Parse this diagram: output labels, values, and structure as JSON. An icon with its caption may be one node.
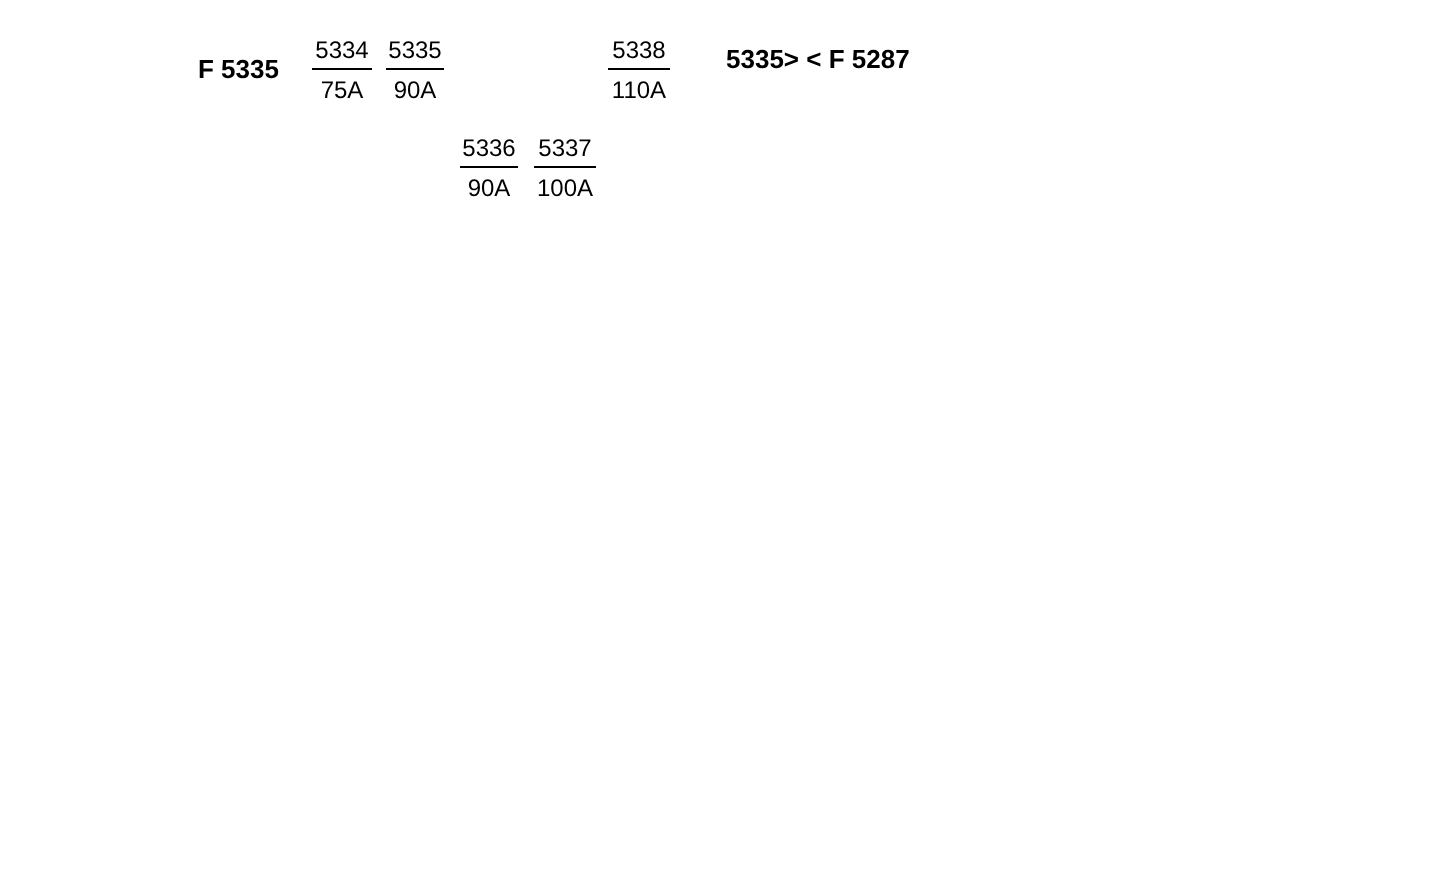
{
  "diagram": {
    "labels": [
      "F 5335",
      "5334",
      "75A",
      "5335",
      "90A",
      "5338",
      "110A",
      "5335> < F 5287",
      "5336",
      "90A",
      "5337",
      "100A"
    ]
  }
}
